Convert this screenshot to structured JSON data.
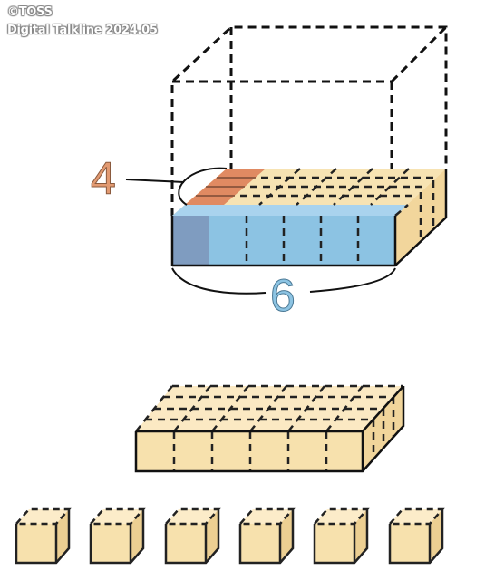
{
  "credit": {
    "line1": "©TOSS",
    "line2": "Digital Talkline 2024.05"
  },
  "diagram": {
    "depth_label": "4",
    "width_label": "6",
    "loose_cube_count": 6,
    "colors": {
      "cream": "#f7e3b3",
      "blue": "#8cc3e3",
      "dark_blue": "#7f9cc0",
      "orange": "#e08a62",
      "depth_label": "#e29a72",
      "width_label": "#8dc4e3"
    }
  }
}
